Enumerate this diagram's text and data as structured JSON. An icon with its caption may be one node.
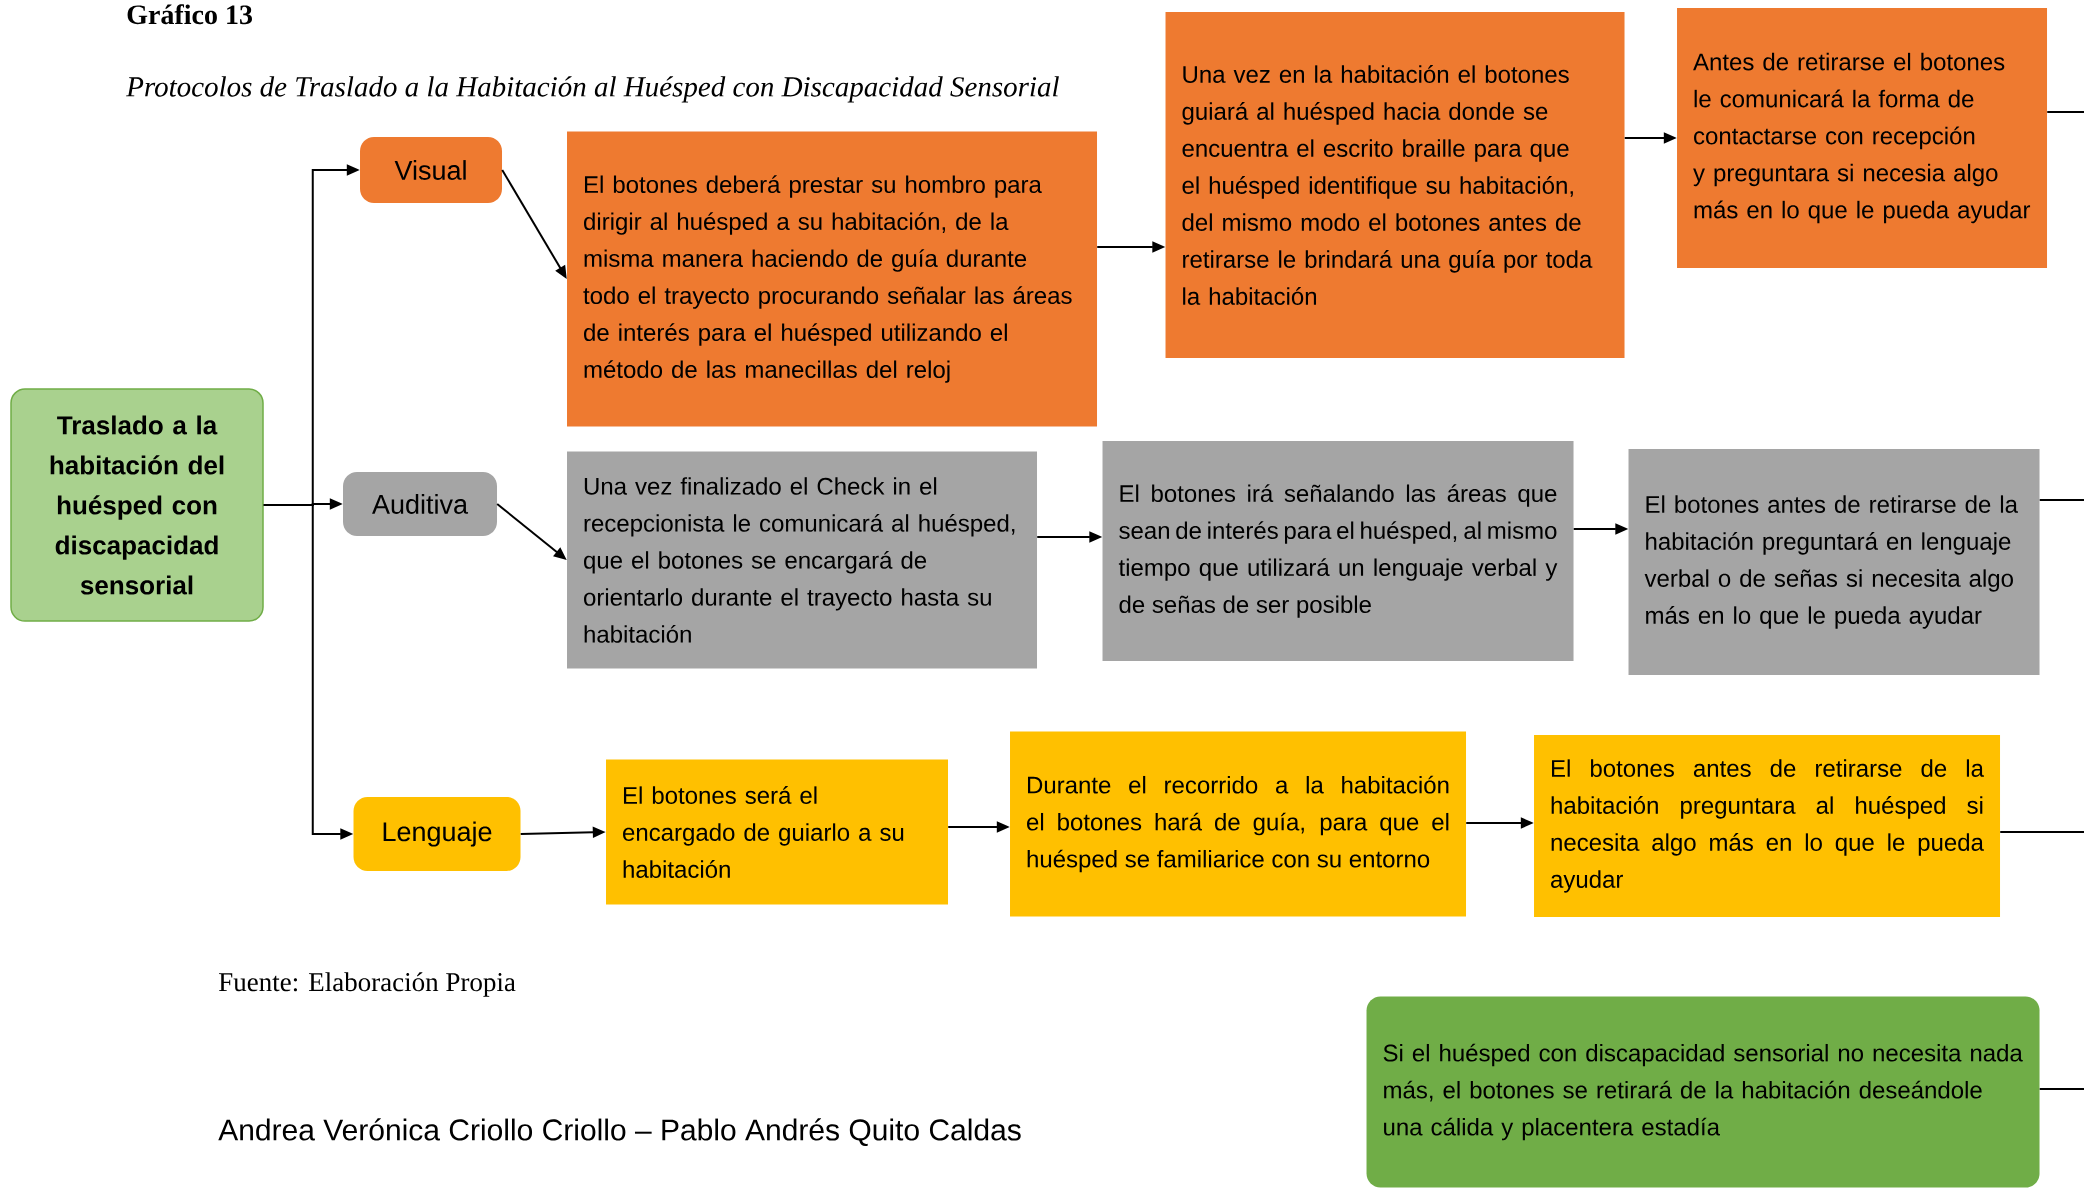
{
  "diagram": {
    "title": "Gráfico 13",
    "caption": "Protocolos de Traslado a la Habitación al Huésped con Discapacidad Sensorial",
    "nodes": [
      {
        "text": [
          "Traslado a la habitación del huésped con discapacidad sensorial"
        ]
      },
      {
        "text": [
          "Visual"
        ]
      },
      {
        "text": [
          "Auditiva"
        ]
      },
      {
        "text": [
          "Lenguaje"
        ]
      },
      {
        "text": [
          "El botones deberá prestar su hombro para dirigir al huésped a su habitación, de la misma manera haciendo de guía durante todo el trayecto procurando señalar las áreas de interés para el huésped utilizando el método de las manecillas del reloj"
        ]
      },
      {
        "text": [
          "Una vez en la habitación el botones guiará al huésped hacia donde se encuentra el escrito braille para que el huésped identifique su habitación, del mismo modo el botones antes de retirarse le brindará una guía por toda la habitación"
        ]
      },
      {
        "text": [
          "Antes de retirarse el botones le comunicará la forma de contactarse con recepción y preguntara si necesia algo más en lo que le pueda ayudar"
        ]
      },
      {
        "text": [
          "Una vez finalizado el Check in el recepcionista le comunicará al huésped, que el botones se encargará de orientarlo durante el trayecto hasta su habitación"
        ]
      },
      {
        "text": [
          "El botones irá señalando las áreas que sean de interés para el huésped, al mismo tiempo que utilizará un lenguaje verbal y de señas de ser posible"
        ]
      },
      {
        "text": [
          "El botones antes de retirarse de la habitación preguntará en lenguaje verbal o de señas si necesita algo más en lo que le pueda ayudar"
        ]
      },
      {
        "text": [
          "El botones será el encargado de guiarlo a su habitación"
        ]
      },
      {
        "text": [
          "Durante el recorrido a la habitación el botones hará de guía, para que el huésped se familiarice con su entorno"
        ]
      },
      {
        "text": [
          "El botones antes de retirarse de la habitación preguntara al huésped si necesita algo más en lo que le pueda ayudar"
        ]
      },
      {
        "text": [
          "Si el huésped con discapacidad sensorial no necesita nada más, el botones se retirará de la habitación deseándole una cálida y placentera estadía"
        ]
      }
    ],
    "edges": [
      {
        "from": 0,
        "to": 1,
        "arrow": "to"
      },
      {
        "from": 0,
        "to": 2,
        "arrow": "to"
      },
      {
        "from": 0,
        "to": 3,
        "arrow": "to"
      },
      {
        "from": 1,
        "to": 4,
        "arrow": "to"
      },
      {
        "from": 4,
        "to": 5,
        "arrow": "to"
      },
      {
        "from": 5,
        "to": 6,
        "arrow": "to"
      },
      {
        "from": 2,
        "to": 7,
        "arrow": "to"
      },
      {
        "from": 7,
        "to": 8,
        "arrow": "to"
      },
      {
        "from": 8,
        "to": 9,
        "arrow": "to"
      },
      {
        "from": 3,
        "to": 10,
        "arrow": "to"
      },
      {
        "from": 10,
        "to": 11,
        "arrow": "to"
      },
      {
        "from": 11,
        "to": 12,
        "arrow": "to"
      },
      {
        "from": 6,
        "to": null,
        "arrow": "none"
      },
      {
        "from": 9,
        "to": null,
        "arrow": "none"
      },
      {
        "from": 12,
        "to": null,
        "arrow": "none"
      },
      {
        "from": 13,
        "to": null,
        "arrow": "none"
      }
    ],
    "labels": [
      "Fuente: Elaboración Propia",
      "Andrea Verónica Criollo Criollo – Pablo Andrés Quito Caldas"
    ]
  }
}
